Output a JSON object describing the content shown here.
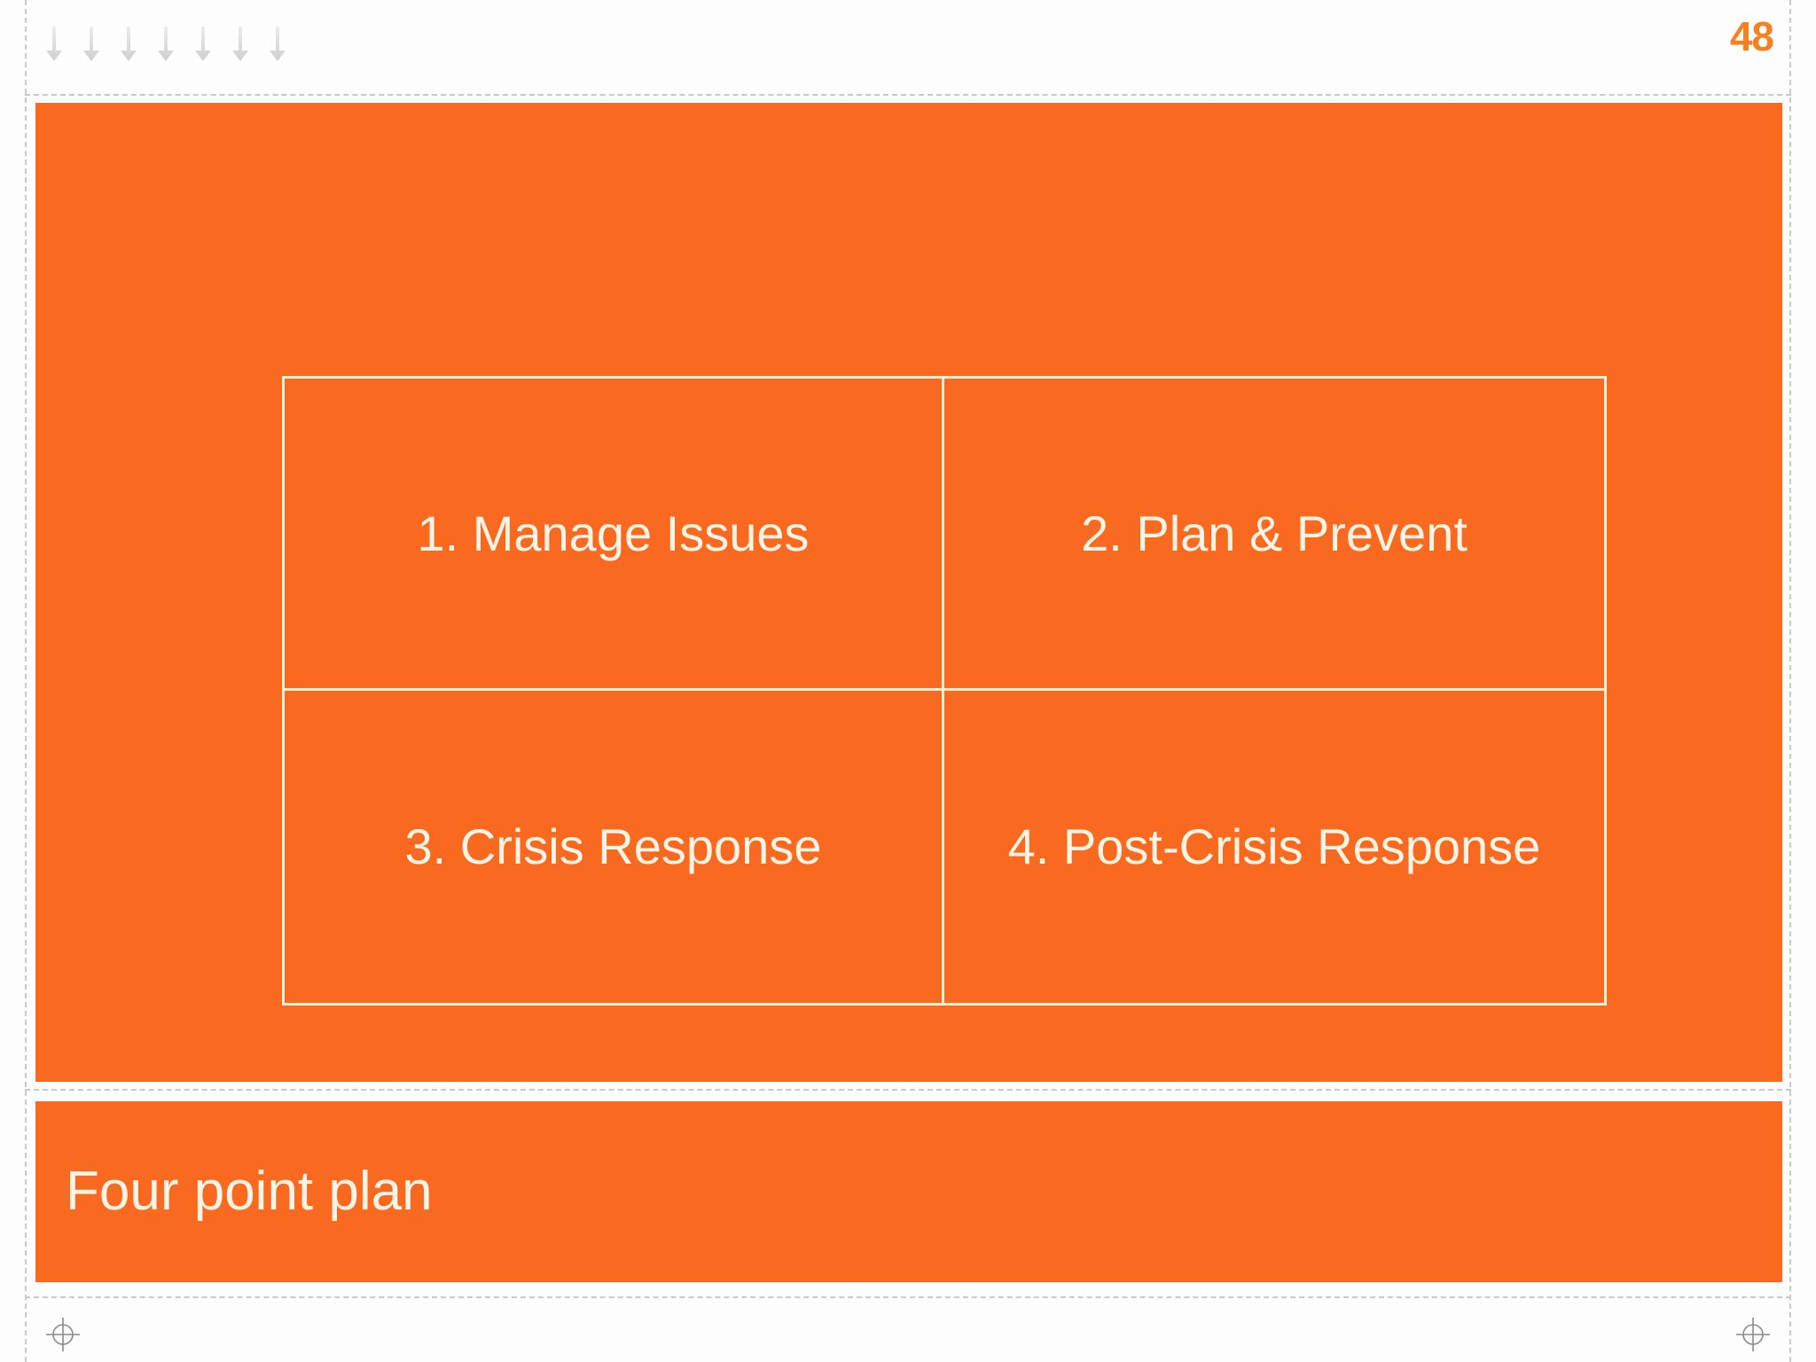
{
  "header": {
    "page_number": "48",
    "arrow_icon_name": "down-arrow-icon",
    "arrow_count": 7,
    "accent_color": "#f5821f"
  },
  "panel": {
    "background_color": "#f96a20",
    "border_color": "#fbf0d8"
  },
  "matrix": {
    "cells": [
      {
        "label": "1. Manage Issues"
      },
      {
        "label": "2. Plan & Prevent"
      },
      {
        "label": "3. Crisis Response"
      },
      {
        "label": "4. Post-Crisis Response"
      }
    ]
  },
  "title_bar": {
    "title": "Four point plan",
    "text_color": "#fdf4e6"
  },
  "marks": {
    "registration_icon_name": "registration-target-icon",
    "guide_color": "#c9c9c9"
  }
}
